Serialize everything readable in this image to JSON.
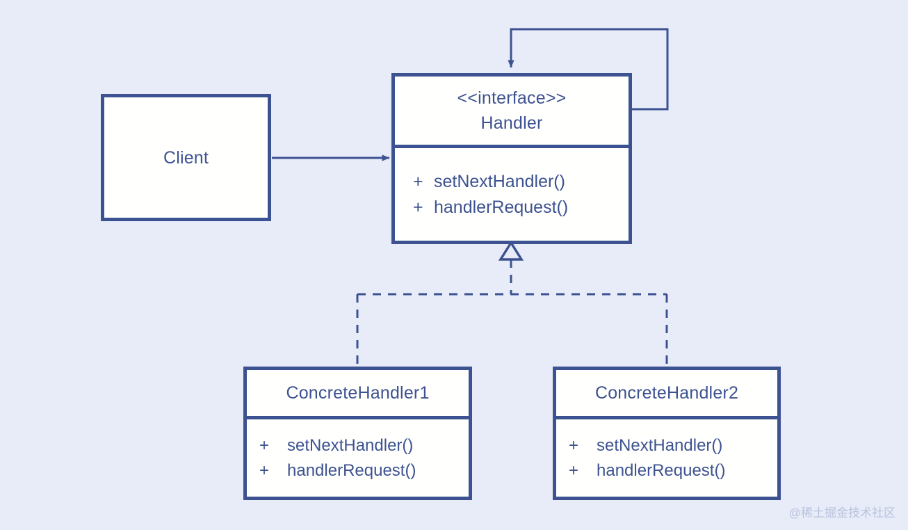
{
  "diagram": {
    "title": "Chain of Responsibility pattern class diagram",
    "background_color": "#e8ecf9",
    "line_color": "#3d5291",
    "box_fill_color": "#fffffd",
    "watermark": "@稀土掘金技术社区"
  },
  "nodes": {
    "client": {
      "name": "Client"
    },
    "handler": {
      "stereotype": "<<interface>>",
      "name": "Handler",
      "members": [
        {
          "visibility": "+",
          "signature": "setNextHandler()"
        },
        {
          "visibility": "+",
          "signature": "handlerRequest()"
        }
      ]
    },
    "concrete_handler_1": {
      "name": "ConcreteHandler1",
      "members": [
        {
          "visibility": "+",
          "signature": "setNextHandler()"
        },
        {
          "visibility": "+",
          "signature": "handlerRequest()"
        }
      ]
    },
    "concrete_handler_2": {
      "name": "ConcreteHandler2",
      "members": [
        {
          "visibility": "+",
          "signature": "setNextHandler()"
        },
        {
          "visibility": "+",
          "signature": "handlerRequest()"
        }
      ]
    }
  },
  "edges": [
    {
      "id": "client-to-handler",
      "kind": "association",
      "from": "client",
      "to": "handler",
      "style": "solid",
      "arrow": "open-arrow"
    },
    {
      "id": "handler-self-loop",
      "kind": "association",
      "from": "handler",
      "to": "handler",
      "style": "solid",
      "arrow": "open-arrow"
    },
    {
      "id": "concrete1-realizes-handler",
      "kind": "realization",
      "from": "concrete_handler_1",
      "to": "handler",
      "style": "dashed",
      "arrow": "hollow-triangle"
    },
    {
      "id": "concrete2-realizes-handler",
      "kind": "realization",
      "from": "concrete_handler_2",
      "to": "handler",
      "style": "dashed",
      "arrow": "hollow-triangle"
    }
  ]
}
